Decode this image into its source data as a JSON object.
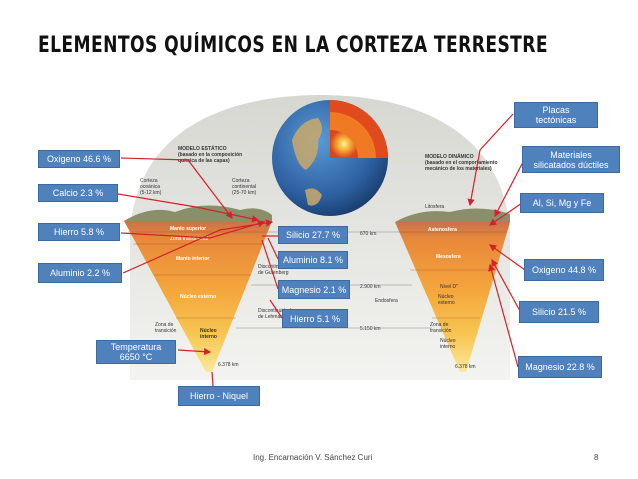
{
  "title": "Elementos químicos en la corteza terrestre",
  "footer": "Ing. Encarnación V. Sánchez Curi",
  "page_number": "8",
  "diagram": {
    "static_heading": "MODELO ESTÁTICO\n(basado en la composición\nquímica de las capas)",
    "dynamic_heading": "MODELO DINÁMICO\n(basado en el comportamiento\nmecánico de los materiales)",
    "oceanic_crust": "Corteza\noceánica\n(5-12 km)",
    "continental_crust": "Corteza\ncontinental\n(25-70 km)",
    "litosfera": "Litosfera",
    "astenosfera": "Astenosfera",
    "manto_superior": "Manto superior",
    "zona_transicion": "Zona transicional",
    "manto_inferior": "Manto inferior",
    "mesosfera": "Mesosfera",
    "discontinuidad_gutenberg": "Discontinuidad\nde Gutenberg",
    "nivel_d": "Nivel D\"",
    "nucleo_externo": "Núcleo externo",
    "nucleo_externo_r": "Núcleo\nexterno",
    "endosfera": "Endosfera",
    "discontinuidad_lehmann": "Discontinuidad\nde Lehmann",
    "zona_transicion_core": "Zona de\ntransición",
    "nucleo_interno": "Núcleo\ninterno",
    "nucleo_interno_r": "Núcleo\ninterno",
    "zona_transicion_r": "Zona de\ntransición",
    "depth_6378_left": "6.378 km",
    "depth_6378_right": "6.378 km",
    "km_marks": [
      "670 km",
      "2.900 km",
      "5.150 km"
    ]
  },
  "left_labels": [
    {
      "id": "oxigeno",
      "text": "Oxigeno 46.6 %"
    },
    {
      "id": "calcio",
      "text": "Calcio 2.3 %"
    },
    {
      "id": "hierro",
      "text": "Hierro  5.8  %"
    },
    {
      "id": "aluminio",
      "text": "Aluminio  2.2 %"
    },
    {
      "id": "temperatura",
      "text": "Temperatura\n6650 °C"
    }
  ],
  "center_labels": [
    {
      "id": "silicio",
      "text": "Silicio  27.7 %"
    },
    {
      "id": "aluminio",
      "text": "Aluminio 8.1 %"
    },
    {
      "id": "magnesio",
      "text": "Magnesio 2.1 %"
    },
    {
      "id": "hierro",
      "text": "Hierro  5.1 %"
    },
    {
      "id": "hierro-niquel",
      "text": "Hierro -  Niquel"
    }
  ],
  "right_labels": [
    {
      "id": "placas",
      "text": "Placas\ntectónicas"
    },
    {
      "id": "materiales",
      "text": "Materiales\nsilicatados  dúctiles"
    },
    {
      "id": "al-si",
      "text": "Al, Si, Mg  y  Fe"
    },
    {
      "id": "oxigeno",
      "text": "Oxigeno 44.8 %"
    },
    {
      "id": "silicio",
      "text": "Silicio 21.5 %"
    },
    {
      "id": "magnesio",
      "text": "Magnesio 22.8 %"
    }
  ]
}
